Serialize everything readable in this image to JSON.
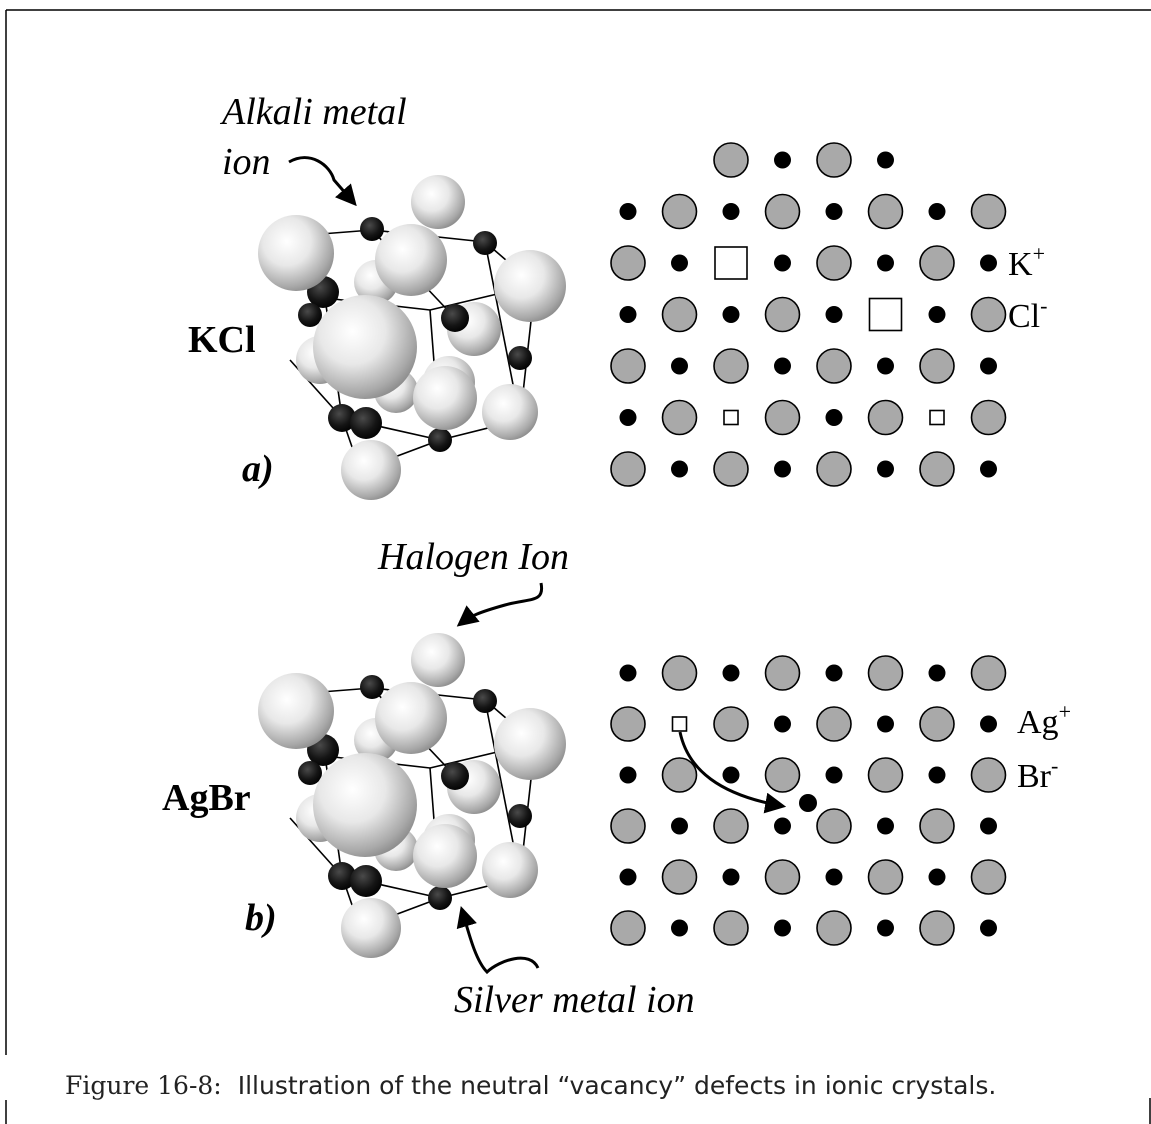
{
  "panel_a": {
    "label": "a)",
    "compound": "KCl",
    "pointer_label_line1": "Alkali metal",
    "pointer_label_line2": "ion",
    "ion_labels": {
      "cation": "K",
      "cation_charge": "+",
      "anion": "Cl",
      "anion_charge": "-"
    },
    "lattice": [
      "_ _ _ A c A c _ _ _",
      "c A c A c A c A",
      "A c V c A c A c",
      "c A c A c V c A",
      "A c A c A c A c",
      "c A v A c A v A",
      "A c A c A c A c"
    ]
  },
  "panel_b": {
    "label": "b)",
    "compound": "AgBr",
    "pointer_label_top": "Halogen Ion",
    "pointer_label_bottom": "Silver metal ion",
    "ion_labels": {
      "cation": "Ag",
      "cation_charge": "+",
      "anion": "Br",
      "anion_charge": "-"
    },
    "lattice": [
      "c A c A c A c A",
      "A v A c A c A c",
      "c A c A c A c A",
      "A c A c A c A c",
      "c A c A c A c A",
      "A c A c A c A c"
    ]
  },
  "caption": {
    "prefix": "Figure 16-8:",
    "text": "Illustration of the neutral “vacancy” defects in ionic crystals."
  },
  "colors": {
    "anion_fill": "#a9a9a9",
    "cation_fill": "#000000",
    "sphere_light": "#f2f2f2",
    "sphere_shadow": "#8a8a8a",
    "dark_sphere": "#151515"
  }
}
